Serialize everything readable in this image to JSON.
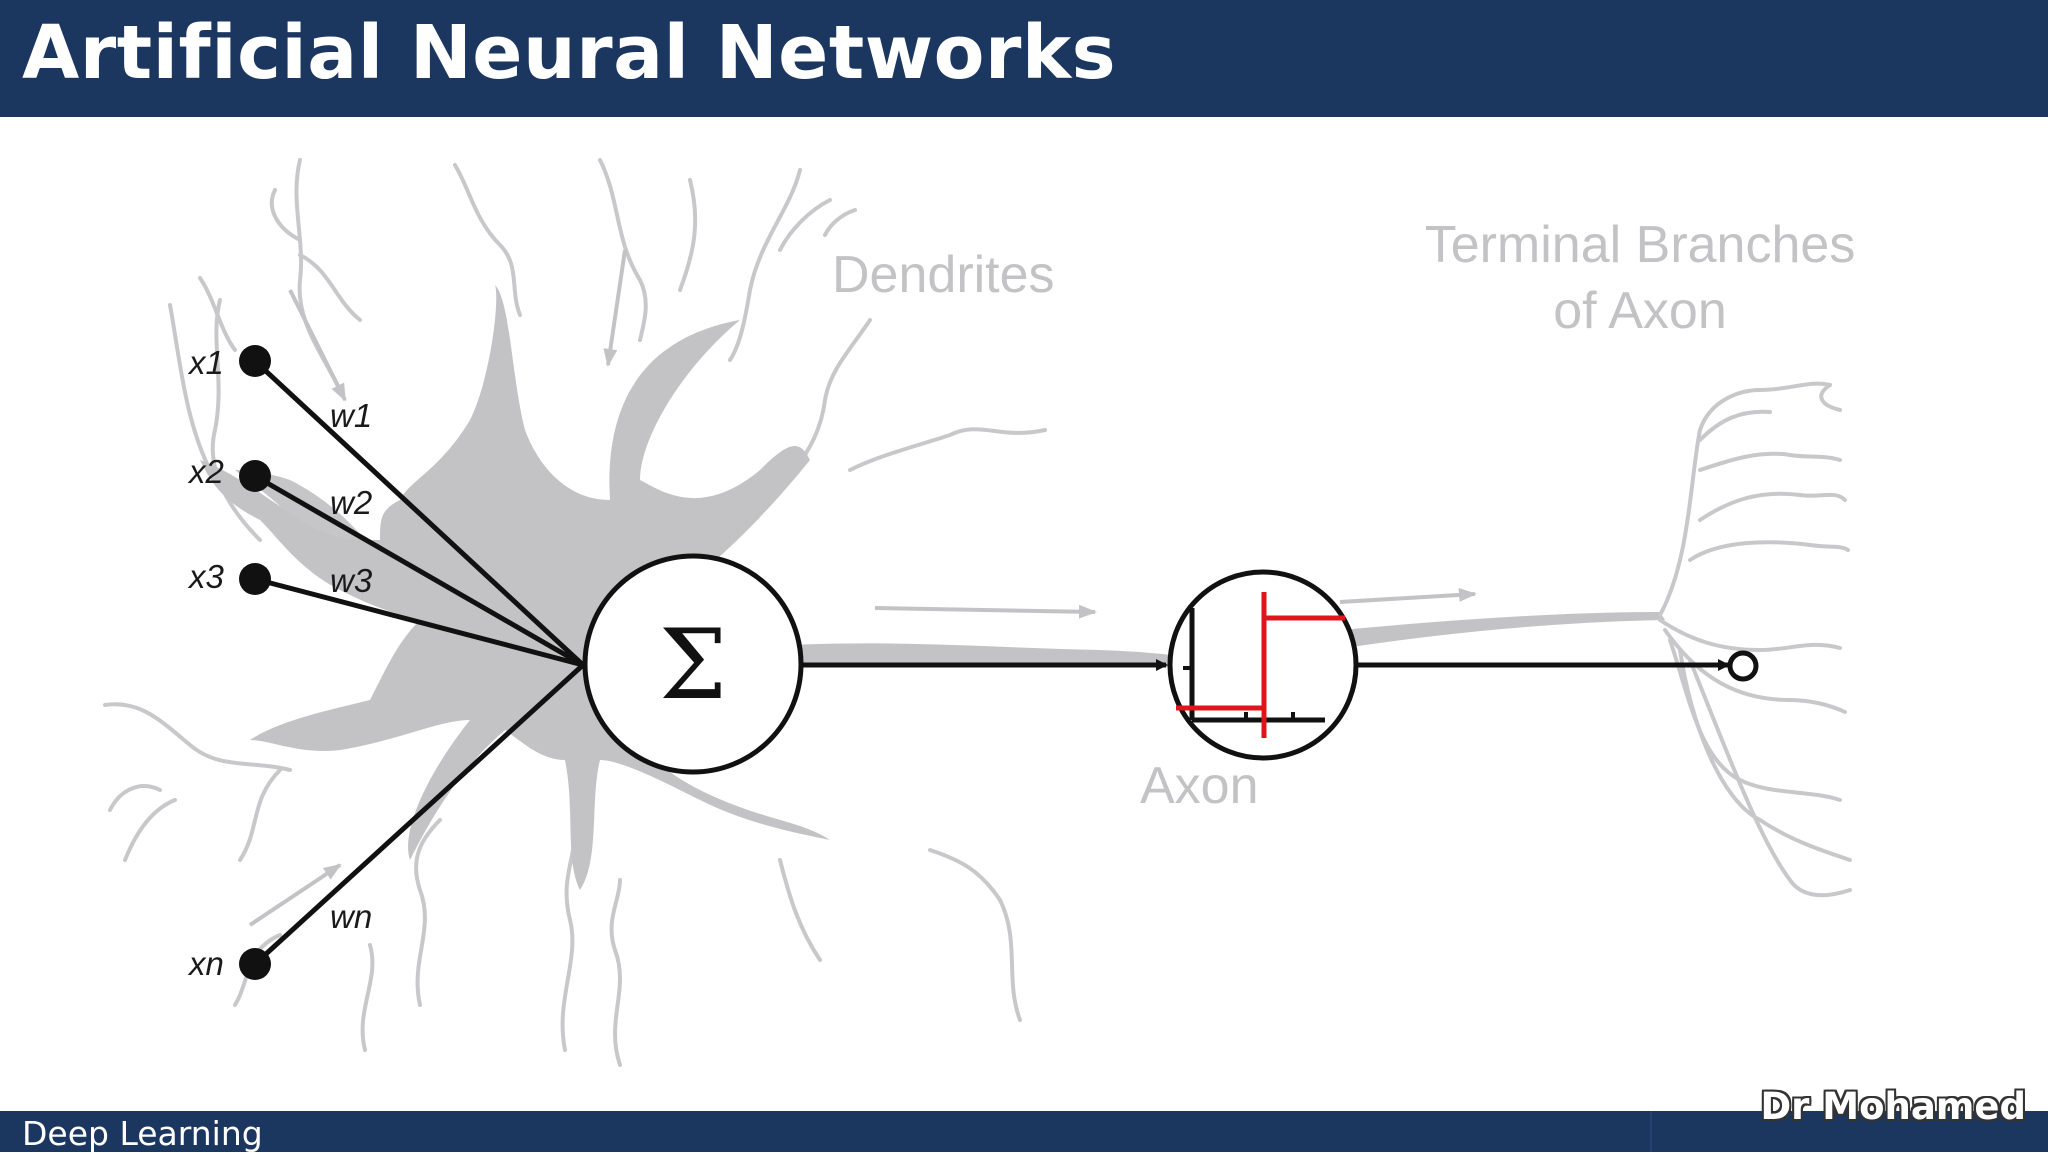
{
  "slide": {
    "title": "Artificial Neural Networks",
    "footer_text": "Deep Learning",
    "author": "Dr Mohamed"
  },
  "diagram": {
    "labels": {
      "dendrites": "Dendrites",
      "terminal_line1": "Terminal Branches",
      "terminal_line2": "of Axon",
      "axon": "Axon"
    },
    "inputs": [
      "x1",
      "x2",
      "x3",
      "xn"
    ],
    "weights": [
      "w1",
      "w2",
      "w3",
      "wn"
    ],
    "summation_symbol": "Σ"
  },
  "colors": {
    "header": "#1b365f",
    "neuron_gray": "#c3c3c5",
    "activation_red": "#e0151b",
    "ink": "#111111"
  }
}
